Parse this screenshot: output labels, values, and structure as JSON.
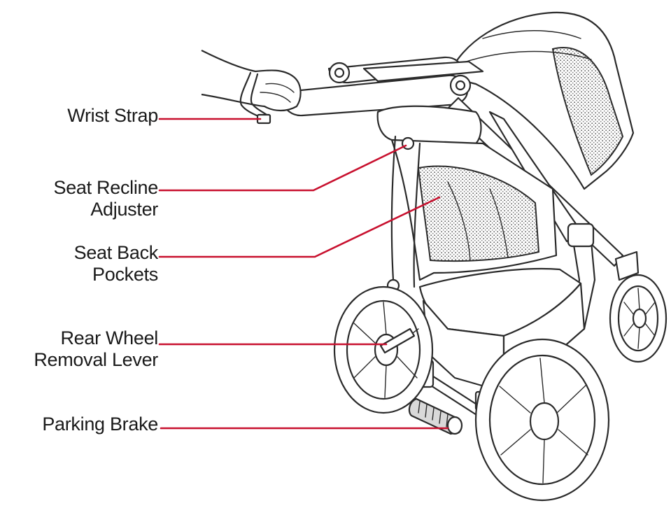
{
  "accent_color": "#c8102e",
  "labels": {
    "wrist_strap": [
      "Wrist Strap"
    ],
    "seat_recline": [
      "Seat Recline",
      "Adjuster"
    ],
    "seat_back": [
      "Seat Back",
      "Pockets"
    ],
    "rear_wheel": [
      "Rear Wheel",
      "Removal Lever"
    ],
    "parking_brake": [
      "Parking Brake"
    ]
  }
}
